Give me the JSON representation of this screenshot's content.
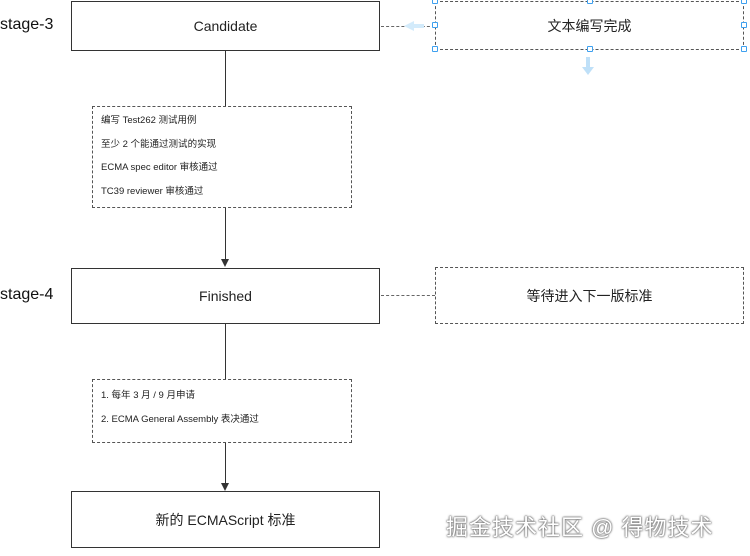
{
  "stages": {
    "stage3": "stage-3",
    "stage4": "stage-4"
  },
  "nodes": {
    "candidate": "Candidate",
    "finished": "Finished",
    "new_standard": "新的 ECMAScript 标准"
  },
  "side_boxes": {
    "text_done": "文本编写完成",
    "wait_next": "等待进入下一版标准"
  },
  "notes": {
    "candidate_to_finished": [
      "编写 Test262 测试用例",
      "至少 2 个能通过测试的实现",
      "ECMA spec editor 审核通过",
      "TC39 reviewer 审核通过"
    ],
    "finished_to_standard": [
      "1. 每年 3 月 / 9 月申请",
      "2. ECMA General Assembly 表决通过"
    ]
  },
  "watermark": "掘金技术社区 @ 得物技术",
  "colors": {
    "selection_handle": "#3ea0ef",
    "border": "#333333"
  }
}
